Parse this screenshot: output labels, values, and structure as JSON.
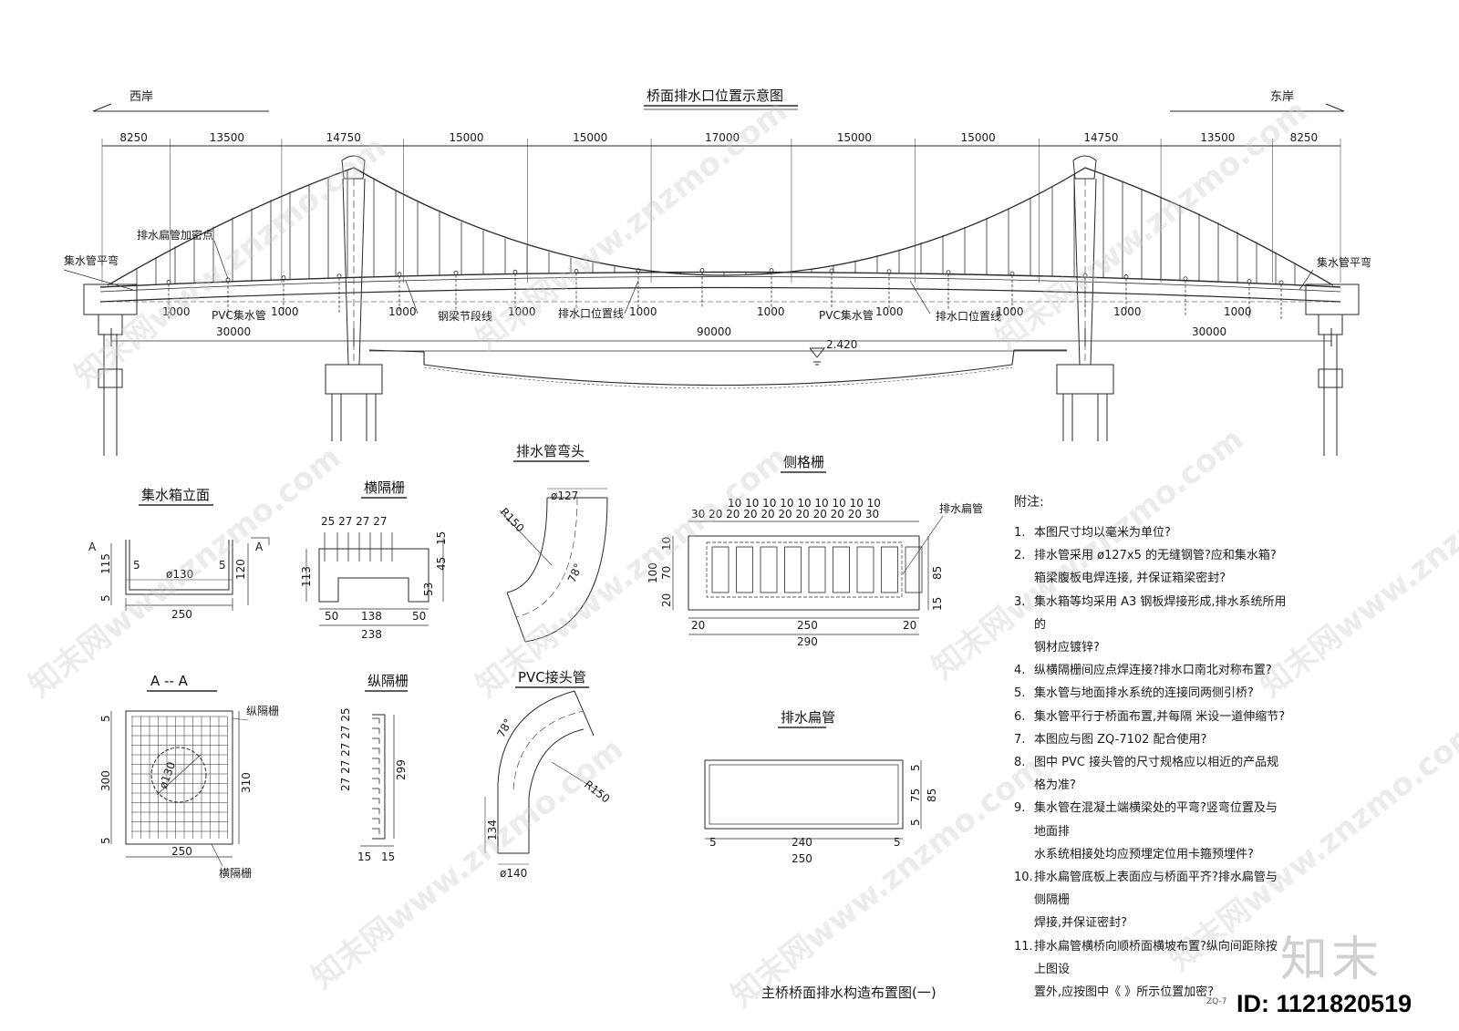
{
  "titles": {
    "main": "桥面排水口位置示意图",
    "west": "西岸",
    "east": "东岸",
    "water_box": "集水箱立面",
    "cross_grid": "横隔栅",
    "elbow": "排水管弯头",
    "side_grid": "侧格栅",
    "section_aa": "A -- A",
    "long_grid": "纵隔栅",
    "pvc_joint": "PVC接头管",
    "flat_pipe": "排水扁管",
    "sheet": "主桥桥面排水构造布置图(一)"
  },
  "spans": [
    "8250",
    "13500",
    "14750",
    "15000",
    "15000",
    "17000",
    "15000",
    "15000",
    "14750",
    "13500",
    "8250"
  ],
  "lower_spans": [
    "30000",
    "90000",
    "30000"
  ],
  "elevation": "2.420",
  "bridge_labels": {
    "collector_bend_left": "集水管平弯",
    "collector_bend_right": "集水管平弯",
    "flat_pipe_dense": "排水扁管加密点",
    "pvc_pipe_1": "PVC集水管",
    "pvc_pipe_2": "PVC集水管",
    "steel_beam_joint": "钢梁节段线",
    "outlet_line_1": "排水口位置线",
    "outlet_line_2": "排水口位置线",
    "d1000": "1000"
  },
  "water_box": {
    "a_left": "A",
    "a_right": "A",
    "h115": "115",
    "h5": "5",
    "t5a": "5",
    "t5b": "5",
    "d130": "ø130",
    "h120": "120",
    "w250": "250"
  },
  "cross_grid": {
    "top": "25 27 27 27",
    "h15": "15",
    "h45": "45",
    "h53": "53",
    "h113": "113",
    "w50a": "50",
    "w138": "138",
    "w50b": "50",
    "w238": "238"
  },
  "elbow": {
    "d127": "ø127",
    "r150": "R150",
    "angle": "78°"
  },
  "side_grid": {
    "top_dims": "30 20 20 20 20 20 20 20 20 20 30",
    "top_tens": "10 10 10 10 10 10 10 10 10",
    "label": "排水扁管",
    "h10": "10",
    "h70": "70",
    "h20": "20",
    "h100": "100",
    "h85": "85",
    "h15": "15",
    "w20a": "20",
    "w250": "250",
    "w20b": "20",
    "w290": "290"
  },
  "section_aa": {
    "h5a": "5",
    "h300": "300",
    "h5b": "5",
    "h310": "310",
    "d130": "ø130",
    "w250": "250",
    "long_label": "纵隔栅",
    "cross_label": "横隔栅"
  },
  "long_grid": {
    "left": "27 27 27 27 25",
    "h299": "299",
    "w15a": "15",
    "w15b": "15"
  },
  "pvc_joint": {
    "angle": "78°",
    "r150": "R150",
    "h134": "134",
    "d140": "ø140"
  },
  "flat_pipe": {
    "h5a": "5",
    "h75": "75",
    "h5b": "5",
    "h85": "85",
    "w5a": "5",
    "w240": "240",
    "w5b": "5",
    "w250": "250"
  },
  "notes": {
    "heading": "附注:",
    "items": [
      {
        "no": "1.",
        "text": "本图尺寸均以毫米为单位?"
      },
      {
        "no": "2.",
        "text": "排水管采用    ø127x5         的无缝钢管?应和集水箱?"
      },
      {
        "no": "",
        "text": "箱梁腹板电焊连接,    并保证箱梁密封?"
      },
      {
        "no": "3.",
        "text": "集水箱等均采用    A3  钢板焊接形成,排水系统所用的"
      },
      {
        "no": "",
        "text": "钢材应镀锌?"
      },
      {
        "no": "4.",
        "text": "纵横隔栅间应点焊连接?排水口南北对称布置?"
      },
      {
        "no": "5.",
        "text": "集水管与地面排水系统的连接同两侧引桥?"
      },
      {
        "no": "6.",
        "text": "集水管平行于桥面布置,并每隔         米设一道伸缩节?"
      },
      {
        "no": "7.",
        "text": "本图应与图    ZQ-7102         配合使用?"
      },
      {
        "no": "8.",
        "text": "图中  PVC       接头管的尺寸规格应以相近的产品规格为准?"
      },
      {
        "no": "9.",
        "text": "集水管在混凝土端横梁处的平弯?竖弯位置及与地面排"
      },
      {
        "no": "",
        "text": "水系统相接处均应预埋定位用卡箍预埋件?"
      },
      {
        "no": "10.",
        "text": "排水扁管底板上表面应与桥面平齐?排水扁管与侧隔栅"
      },
      {
        "no": "",
        "text": "焊接,并保证密封?"
      },
      {
        "no": "11.",
        "text": "排水扁管横桥向顺桥面横坡布置?纵向间距除按上图设"
      },
      {
        "no": "",
        "text": "置外,应按图中《      》所示位置加密?"
      }
    ]
  },
  "watermarks": [
    "知末网www.znzmo.com"
  ],
  "brand": {
    "logo": "知末",
    "id": "ID: 1121820519",
    "drawing_no": "ZQ-7"
  }
}
